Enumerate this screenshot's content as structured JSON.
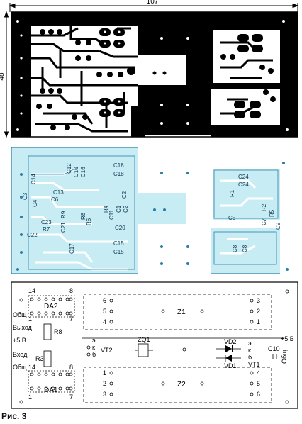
{
  "dimensions": {
    "width_label": "107",
    "height_label": "48"
  },
  "copper_board": {
    "colors": {
      "copper": "#000000",
      "board": "#ffffff"
    }
  },
  "silkscreen_board": {
    "colors": {
      "fill": "#c8ecf4",
      "trace": "#ffffff",
      "outline": "#2a7fa8",
      "text": "#0a3550"
    },
    "labels": [
      "C18",
      "C18",
      "C14",
      "C12",
      "C10",
      "C16",
      "C13",
      "C3",
      "C4",
      "C6",
      "C2",
      "C1",
      "C2",
      "C11",
      "R8",
      "R6",
      "R4",
      "R9",
      "C23",
      "R7",
      "C21",
      "C22",
      "C20",
      "C17",
      "C15",
      "C15",
      "C24",
      "C24",
      "R1",
      "C5",
      "R2",
      "R5",
      "C7",
      "C9",
      "C8",
      "C8"
    ]
  },
  "component_board": {
    "labels": {
      "da2": "DA2",
      "da1": "DA1",
      "pin14_top": "14",
      "pin8_top": "8",
      "pin1_top": "1",
      "pin7_top": "7",
      "pin14_bot": "14",
      "pin8_bot": "8",
      "pin1_bot": "1",
      "pin7_bot": "7",
      "gnd1": "Общ",
      "out": "Выход",
      "r8": "R8",
      "plus5_left": "+5 В",
      "in": "Вход",
      "r3": "R3",
      "gnd2": "Общ",
      "z1": "Z1",
      "z2": "Z2",
      "zq1": "ZQ1",
      "vt2": "VT2",
      "vt1": "VT1",
      "vd2": "VD2",
      "vd1": "VD1",
      "c10": "C10",
      "plus5_right": "+5 В",
      "gnd_right": "Общ",
      "vt2_k": "к",
      "vt2_b": "б",
      "vt2_e": "э",
      "vt1_e": "э",
      "vt1_k": "к",
      "vt1_b": "б",
      "z1_p6": "6",
      "z1_p5": "5",
      "z1_p4": "4",
      "z1_p3": "3",
      "z1_p2": "2",
      "z1_p1": "1",
      "z2_p1": "1",
      "z2_p2": "2",
      "z2_p3": "3",
      "z2_p4": "4",
      "z2_p5": "5",
      "z2_p6": "6"
    }
  },
  "caption": "Рис. 3"
}
